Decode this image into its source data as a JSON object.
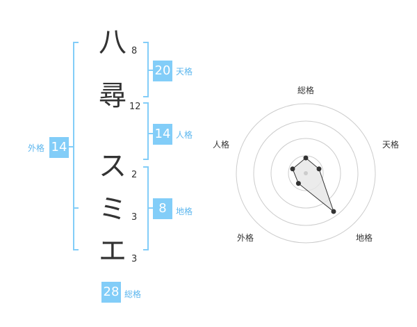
{
  "name_characters": [
    {
      "char": "八",
      "strokes": "8"
    },
    {
      "char": "尋",
      "strokes": "12"
    },
    {
      "char": "ス",
      "strokes": "2"
    },
    {
      "char": "ミ",
      "strokes": "3"
    },
    {
      "char": "エ",
      "strokes": "3"
    }
  ],
  "fortune": {
    "tenkaku": {
      "value": "20",
      "label": "天格"
    },
    "jinkaku": {
      "value": "14",
      "label": "人格"
    },
    "chikaku": {
      "value": "8",
      "label": "地格"
    },
    "gaikaku": {
      "value": "14",
      "label": "外格"
    },
    "soukaku": {
      "value": "28",
      "label": "総格"
    }
  },
  "colors": {
    "bracket": "#82cdf8",
    "badge": "#82cdf8",
    "label": "#5cb6ee",
    "text": "#333333",
    "ring": "#cccccc",
    "polygon_fill": "#e6e6e6",
    "polygon_stroke": "#333333"
  },
  "chart_data": {
    "type": "radar",
    "axes": [
      "総格",
      "天格",
      "地格",
      "外格",
      "人格"
    ],
    "values": [
      0.22,
      0.2,
      0.68,
      0.18,
      0.2
    ],
    "rings": 4,
    "range": [
      0,
      1
    ]
  }
}
